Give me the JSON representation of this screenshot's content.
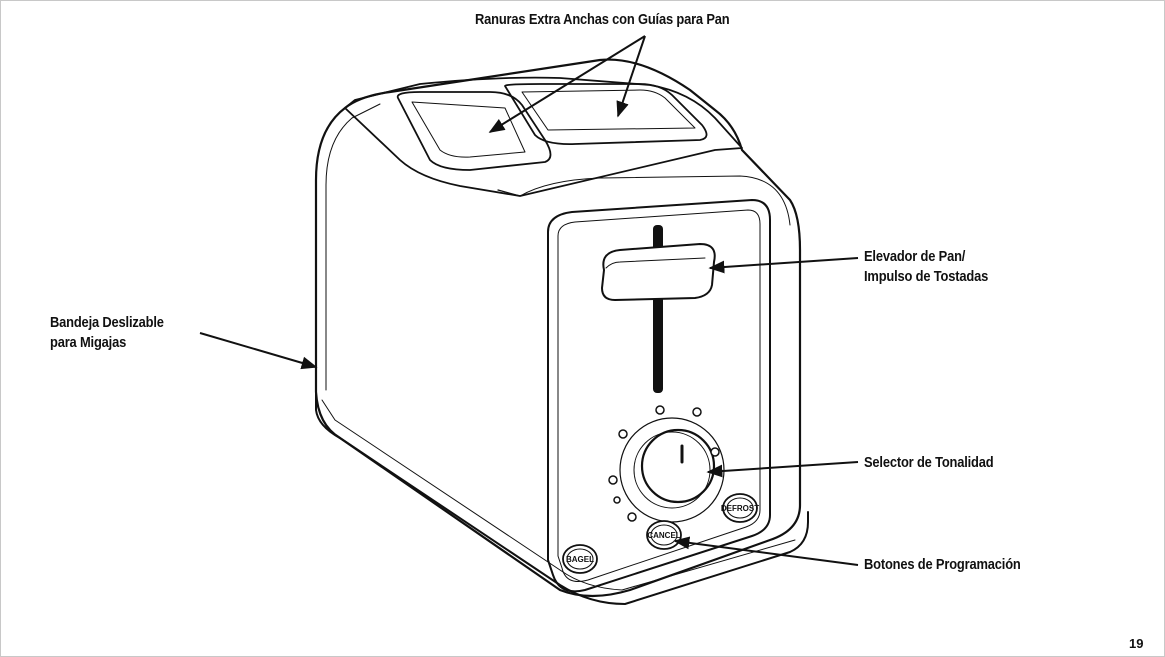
{
  "callouts": {
    "slots": "Ranuras Extra Anchas con Guías para Pan",
    "lever_line1": "Elevador de Pan/",
    "lever_line2": "Impulso de Tostadas",
    "crumb_line1": "Bandeja Deslizable",
    "crumb_line2": "para Migajas",
    "shade": "Selector de Tonalidad",
    "program": "Botones de Programación"
  },
  "toaster_buttons": {
    "bagel": "BAGEL",
    "cancel": "CANCEL",
    "defrost": "DEFROST"
  },
  "page_number": "19"
}
